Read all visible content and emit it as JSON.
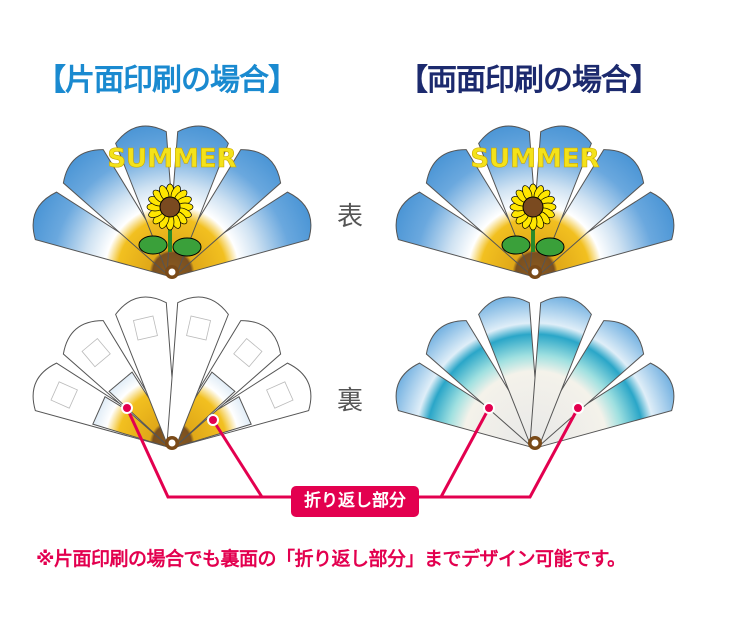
{
  "titles": {
    "single": "【片面印刷の場合】",
    "double": "【両面印刷の場合】"
  },
  "sides": {
    "front": "表",
    "back": "裏"
  },
  "fan_text": "SUMMER",
  "callout_label": "折り返し部分",
  "note": "※片面印刷の場合でも裏面の「折り返し部分」までデザイン可能です。",
  "colors": {
    "accent": "#e3004f",
    "single_title": "#1a8ad0",
    "double_title": "#1c2a6e"
  }
}
